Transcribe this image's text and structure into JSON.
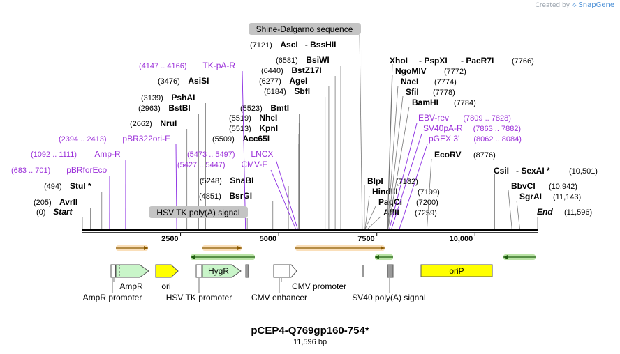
{
  "app": {
    "credit_prefix": "Created by",
    "credit_brand": "SnapGene"
  },
  "plasmid": {
    "name": "pCEP4-Q769gp160-754*",
    "length_label": "11,596 bp",
    "length": 11596
  },
  "axis": {
    "ticks": [
      {
        "pos": 2500,
        "label": "2500"
      },
      {
        "pos": 5000,
        "label": "5000"
      },
      {
        "pos": 7500,
        "label": "7500"
      },
      {
        "pos": 10000,
        "label": "10,000"
      }
    ]
  },
  "enzymes": [
    {
      "name": "Start",
      "pos": 0,
      "coord": "(0)",
      "style": "italic"
    },
    {
      "name": "AvrII",
      "pos": 205,
      "coord": "(205)"
    },
    {
      "name": "StuI *",
      "pos": 494,
      "coord": "(494)"
    },
    {
      "name": "NruI",
      "pos": 2662,
      "coord": "(2662)"
    },
    {
      "name": "BstBI",
      "pos": 2963,
      "coord": "(2963)"
    },
    {
      "name": "PshAI",
      "pos": 3139,
      "coord": "(3139)"
    },
    {
      "name": "AsiSI",
      "pos": 3476,
      "coord": "(3476)"
    },
    {
      "name": "BsrGI",
      "pos": 4851,
      "coord": "(4851)"
    },
    {
      "name": "SnaBI",
      "pos": 5248,
      "coord": "(5248)"
    },
    {
      "name": "Acc65I",
      "pos": 5509,
      "coord": "(5509)"
    },
    {
      "name": "KpnI",
      "pos": 5513,
      "coord": "(5513)"
    },
    {
      "name": "NheI",
      "pos": 5519,
      "coord": "(5519)"
    },
    {
      "name": "BmtI",
      "pos": 5523,
      "coord": "(5523)"
    },
    {
      "name": "SbfI",
      "pos": 6184,
      "coord": "(6184)"
    },
    {
      "name": "AgeI",
      "pos": 6277,
      "coord": "(6277)"
    },
    {
      "name": "BstZ17I",
      "pos": 6440,
      "coord": "(6440)"
    },
    {
      "name": "BsiWI",
      "pos": 6581,
      "coord": "(6581)"
    },
    {
      "name": "AscI",
      "pos": 7121,
      "coord": "(7121)",
      "extra": "BssHII"
    },
    {
      "name": "BlpI",
      "pos": 7182,
      "coord": "(7182)"
    },
    {
      "name": "HindIII",
      "pos": 7199,
      "coord": "(7199)"
    },
    {
      "name": "PaqCI",
      "pos": 7200,
      "coord": "(7200)"
    },
    {
      "name": "AflII",
      "pos": 7259,
      "coord": "(7259)"
    },
    {
      "name": "XhoI",
      "pos": 7766,
      "coord": "(7766)",
      "extra": "PspXI",
      "extra2": "PaeR7I"
    },
    {
      "name": "NgoMIV",
      "pos": 7772,
      "coord": "(7772)"
    },
    {
      "name": "NaeI",
      "pos": 7774,
      "coord": "(7774)"
    },
    {
      "name": "SfiI",
      "pos": 7778,
      "coord": "(7778)"
    },
    {
      "name": "BamHI",
      "pos": 7784,
      "coord": "(7784)"
    },
    {
      "name": "EcoRV",
      "pos": 8776,
      "coord": "(8776)"
    },
    {
      "name": "CsiI",
      "pos": 10501,
      "coord": "(10,501)",
      "extra": "SexAI *"
    },
    {
      "name": "BbvCI",
      "pos": 10942,
      "coord": "(10,942)"
    },
    {
      "name": "SgrAI",
      "pos": 11143,
      "coord": "(11,143)"
    },
    {
      "name": "End",
      "pos": 11596,
      "coord": "(11,596)",
      "style": "italic"
    }
  ],
  "primers": [
    {
      "name": "pBRforEco",
      "range": "(683 .. 701)",
      "pos": 692
    },
    {
      "name": "Amp-R",
      "range": "(1092 .. 1111)",
      "pos": 1101
    },
    {
      "name": "pBR322ori-F",
      "range": "(2394 .. 2413)",
      "pos": 2403
    },
    {
      "name": "TK-pA-R",
      "range": "(4147 .. 4166)",
      "pos": 4156
    },
    {
      "name": "CMV-F",
      "range": "(5427 .. 5447)",
      "pos": 5437
    },
    {
      "name": "LNCX",
      "range": "(5473 .. 5497)",
      "pos": 5485
    },
    {
      "name": "EBV-rev",
      "range": "(7809 .. 7828)",
      "pos": 7818
    },
    {
      "name": "SV40pA-R",
      "range": "(7863 .. 7882)",
      "pos": 7872
    },
    {
      "name": "pGEX 3'",
      "range": "(8062 .. 8084)",
      "pos": 8073
    }
  ],
  "sites": [
    {
      "name": "HSV TK poly(A) signal",
      "pos": 4200
    },
    {
      "name": "Shine-Dalgarno sequence",
      "pos": 7130
    }
  ],
  "features": [
    {
      "name": "AmpR",
      "label_below": true
    },
    {
      "name": "AmpR promoter",
      "label_below": true
    },
    {
      "name": "ori",
      "label_below": true
    },
    {
      "name": "HSV TK promoter",
      "label_below": true
    },
    {
      "name": "HygR",
      "label_inside": true
    },
    {
      "name": "CMV enhancer",
      "label_below": true
    },
    {
      "name": "CMV promoter",
      "label_below": true
    },
    {
      "name": "SV40 poly(A) signal",
      "label_below": true
    },
    {
      "name": "oriP",
      "label_inside": true
    }
  ],
  "colors": {
    "enzyme_label": "#000000",
    "primer_label": "#9b30d9",
    "primer_line": "#8a2be2",
    "orange_arrow": "#f2a33a",
    "green_arrow": "#66c23a",
    "ampr_fill": "#c9f5c9",
    "ori_fill": "#ffff00",
    "hygr_fill": "#c9f5c9",
    "site_fill": "#c4c4c4"
  }
}
